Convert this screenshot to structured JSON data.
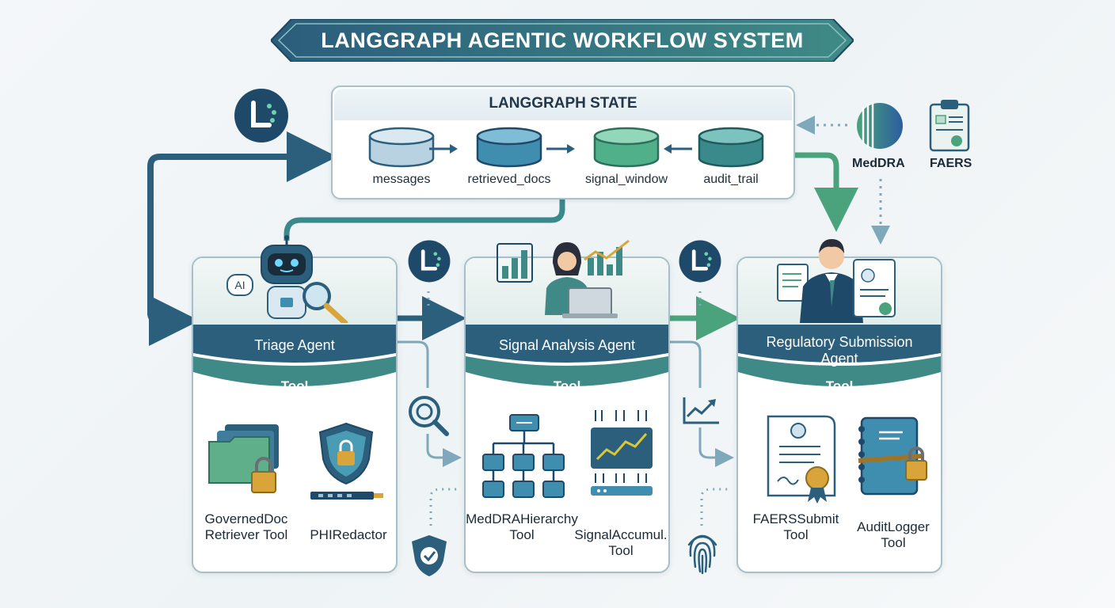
{
  "title": "LANGGRAPH AGENTIC WORKFLOW SYSTEM",
  "state": {
    "title": "LANGGRAPH STATE",
    "items": [
      "messages",
      "retrieved_docs",
      "signal_window",
      "audit_trail"
    ]
  },
  "sources": {
    "meddra": "MedDRA",
    "faers": "FAERS"
  },
  "agents": [
    {
      "name": "Triage Agent",
      "tool_label": "Tool",
      "tools": [
        "GovernedDoc Retriever Tool",
        "PHIRedactor"
      ]
    },
    {
      "name": "Signal Analysis Agent",
      "tool_label": "Tool",
      "tools": [
        "MedDRAHierarchy Tool",
        "SignalAccumul. Tool"
      ]
    },
    {
      "name": "Regulatory Submission Agent",
      "tool_label": "Tool",
      "tools": [
        "FAERSSubmit Tool",
        "AuditLogger Tool"
      ]
    }
  ],
  "robot_badge": "AI",
  "colors": {
    "teal_dark": "#2c5f7c",
    "teal_mid": "#3a8a8c",
    "green": "#4aa37d",
    "navy": "#1e4968",
    "gold": "#d9a53a"
  }
}
